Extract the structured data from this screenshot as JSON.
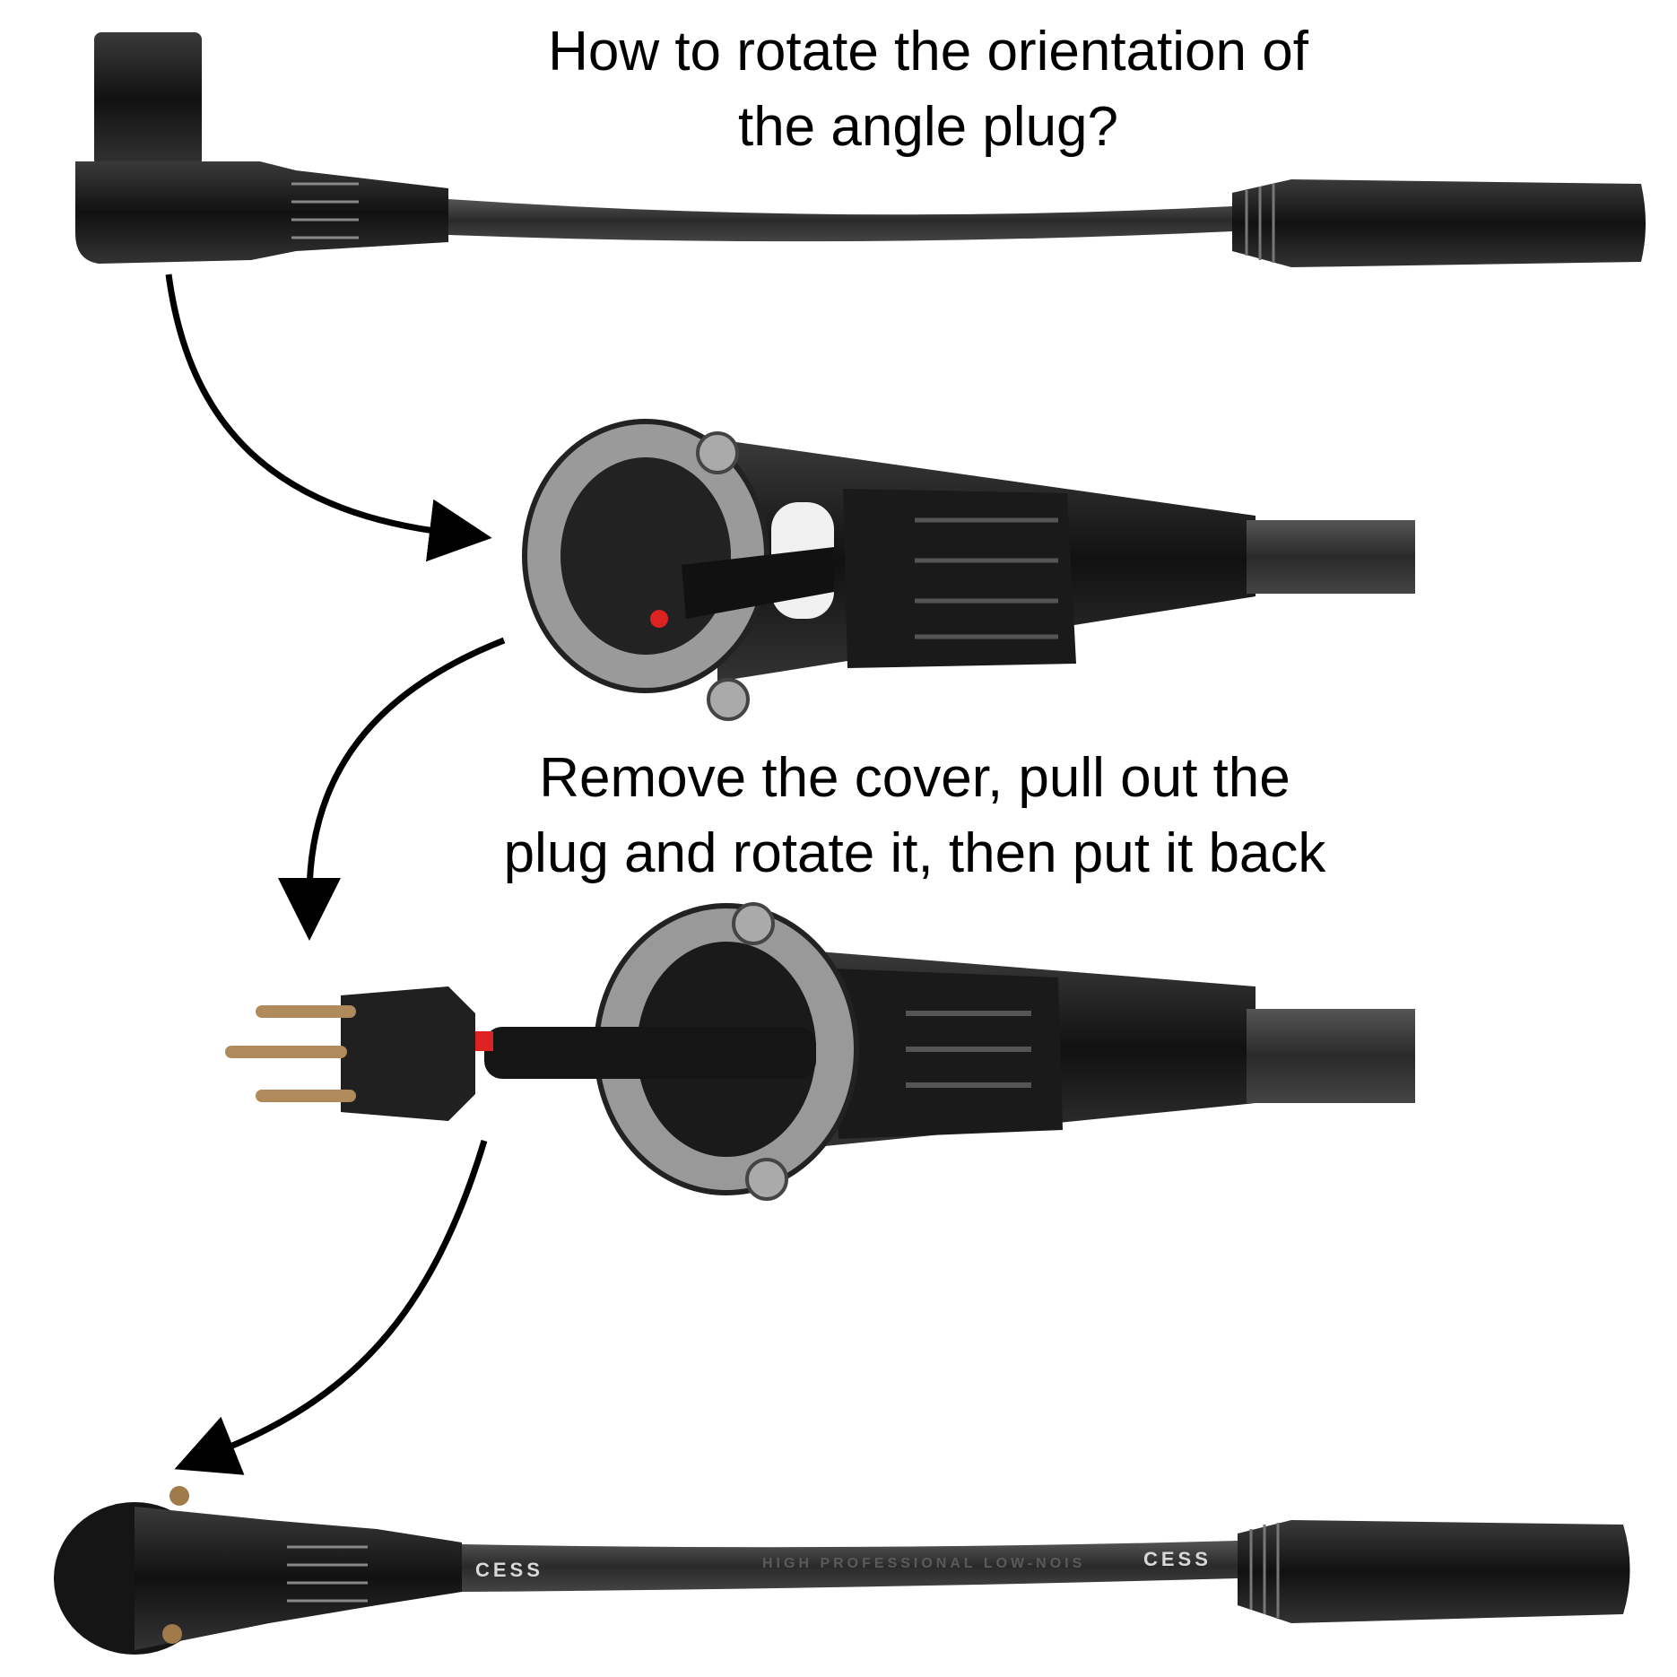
{
  "title": [
    "How to rotate the orientation of",
    "the angle plug?"
  ],
  "step_caption": [
    "Remove the cover, pull out the",
    "plug and rotate it, then put it back"
  ],
  "cable_labels": {
    "brand": "CESS",
    "faint_text": "HIGH PROFESSIONAL LOW-NOIS"
  },
  "icons": [
    "arrow-curved-down-right",
    "arrow-curved-down-left",
    "arrow-curved-down-left"
  ],
  "colors": {
    "background": "#ffffff",
    "text": "#000000",
    "connector": "#1c1c1c",
    "cable": "#2a2a2a",
    "arrow": "#000000"
  }
}
